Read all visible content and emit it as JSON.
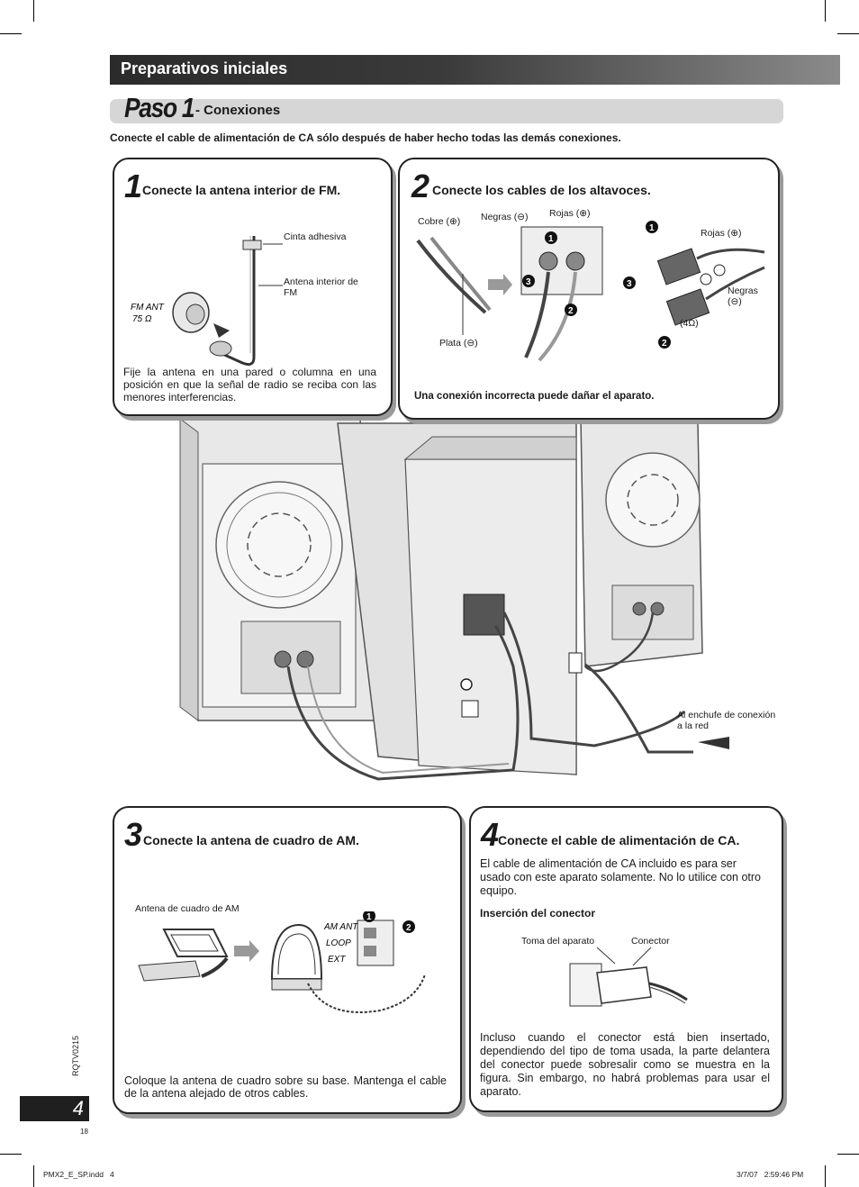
{
  "header": {
    "section_title": "Preparativos iniciales",
    "step_label": "Paso 1",
    "step_subtitle": "- Conexiones"
  },
  "warning": "Conecte el cable de alimentación de CA sólo después de haber hecho todas las demás conexiones.",
  "panel1": {
    "number": "1",
    "title": "Conecte la antena interior de FM.",
    "label_tape": "Cinta adhesiva",
    "label_antenna": "Antena interior de FM",
    "terminal_label": "FM ANT 75 Ω",
    "note": "Fije la antena en una pared o columna en una posición en que la señal de radio se reciba con las menores interferencias."
  },
  "panel2": {
    "number": "2",
    "title": "Conecte los cables de los altavoces.",
    "label_copper": "Cobre (⊕)",
    "label_silver": "Plata (⊖)",
    "label_black1": "Negras (⊖)",
    "label_red1": "Rojas (⊕)",
    "label_red2": "Rojas (⊕)",
    "label_black2": "Negras (⊖)",
    "impedance": "(4Ω)",
    "markers": [
      "1",
      "2",
      "3"
    ],
    "warning": "Una conexión incorrecta puede dañar el aparato."
  },
  "center": {
    "outlet_label": "Al enchufe de conexión a la red"
  },
  "panel3": {
    "number": "3",
    "title": "Conecte la antena de cuadro de AM.",
    "label_loop": "Antena de cuadro de AM",
    "terminals": [
      "AM ANT",
      "LOOP",
      "EXT"
    ],
    "markers": [
      "1",
      "2"
    ],
    "note": "Coloque la antena de cuadro sobre su base. Mantenga el cable de la antena alejado de otros cables."
  },
  "panel4": {
    "number": "4",
    "title": "Conecte el cable de alimentación de CA.",
    "intro": "El cable de alimentación de CA incluido es para ser usado con este aparato solamente. No lo utilice con otro equipo.",
    "subheading": "Inserción del conector",
    "label_socket": "Toma del aparato",
    "label_plug": "Conector",
    "note": "Incluso cuando el conector está bien insertado, dependiendo del tipo de toma usada, la parte delantera del conector puede sobresalir como se muestra en la figura. Sin embargo, no habrá problemas para usar el aparato."
  },
  "footer": {
    "doc_code": "RQTV0215",
    "page_number": "4",
    "page_small": "18",
    "file_name": "PMX2_E_SP.indd   4",
    "timestamp": "3/7/07   2:59:46 PM"
  }
}
